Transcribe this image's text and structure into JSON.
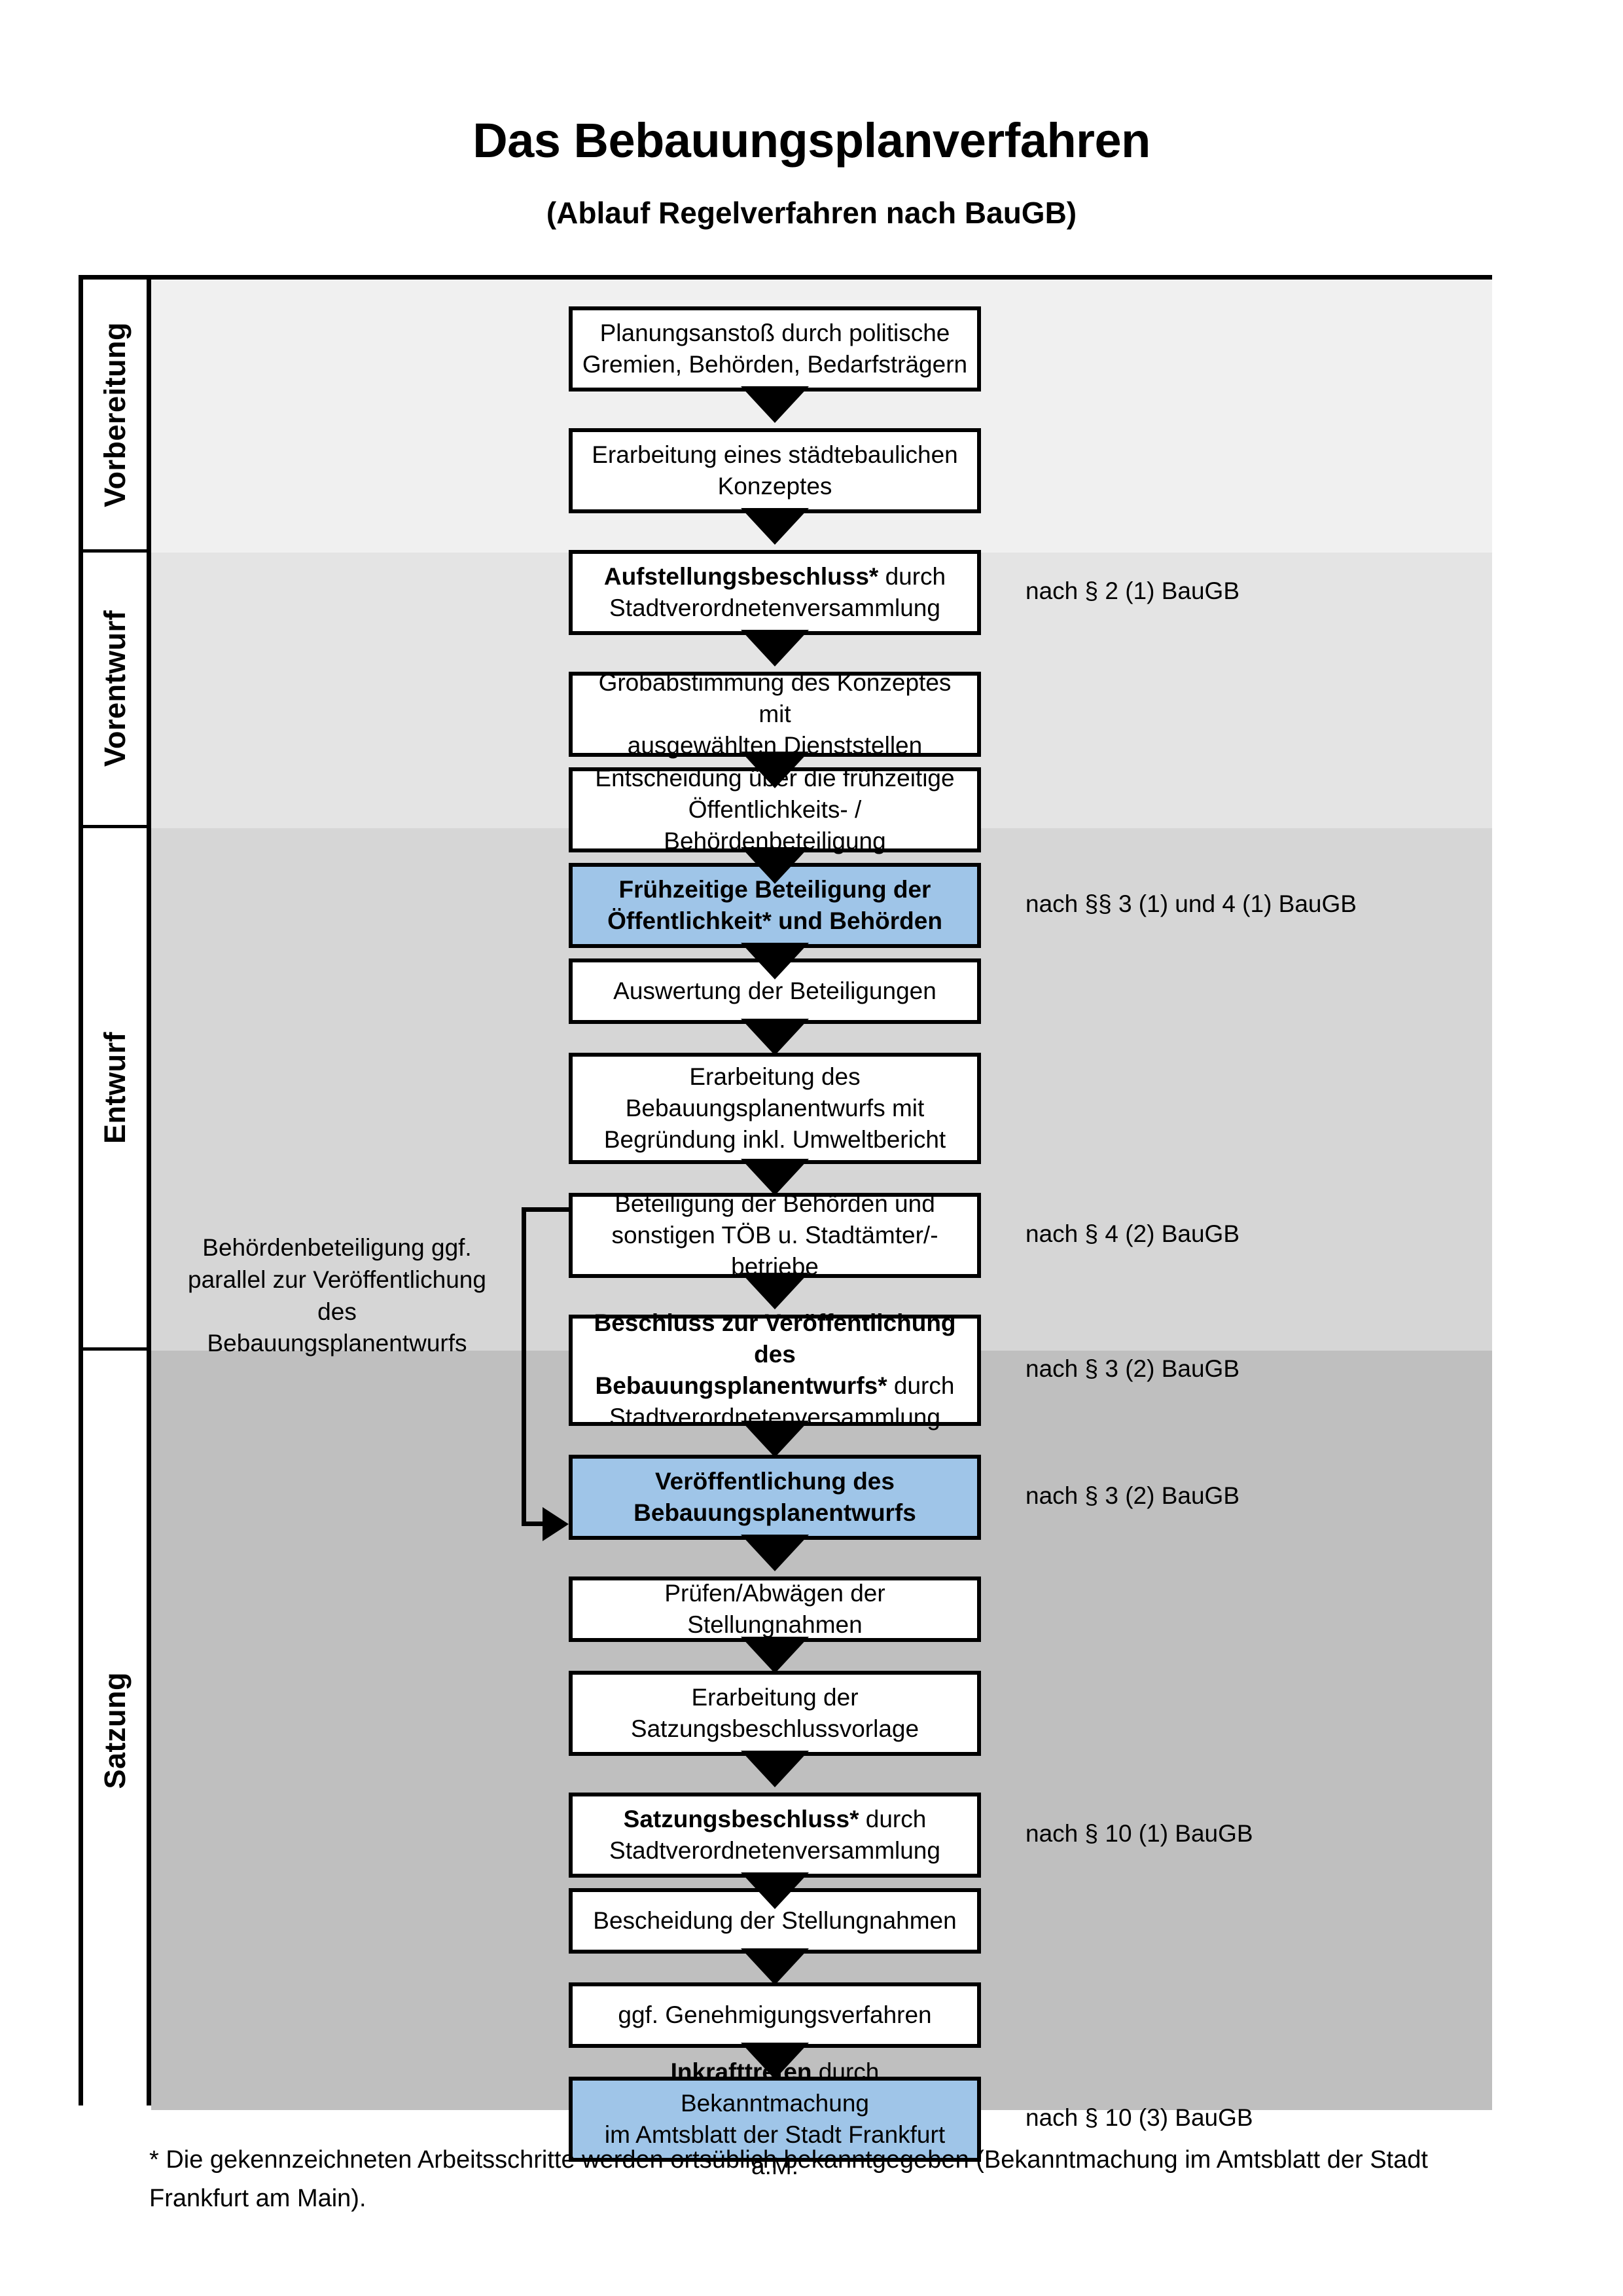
{
  "header": {
    "title": "Das Bebauungsplanverfahren",
    "subtitle": "(Ablauf Regelverfahren nach BauGB)"
  },
  "phases": [
    {
      "id": "vorbereitung",
      "label": "Vorbereitung",
      "bg": "#F0F0F0"
    },
    {
      "id": "vorentwurf",
      "label": "Vorentwurf",
      "bg": "#E4E4E4"
    },
    {
      "id": "entwurf",
      "label": "Entwurf",
      "bg": "#D6D6D6"
    },
    {
      "id": "satzung",
      "label": "Satzung",
      "bg": "#BFBFBF"
    }
  ],
  "side_note": {
    "text": "Behördenbeteiligung ggf. parallel zur Veröffentlichung des Bebauungsplanentwurfs"
  },
  "nodes": [
    {
      "id": "n1",
      "phase": "vorbereitung",
      "highlight": false,
      "lines": [
        {
          "text": "Planungsanstoß durch politische",
          "bold": false
        },
        {
          "text": "Gremien, Behörden, Bedarfsträgern",
          "bold": false
        }
      ]
    },
    {
      "id": "n2",
      "phase": "vorbereitung",
      "highlight": false,
      "lines": [
        {
          "text": "Erarbeitung eines städtebaulichen",
          "bold": false
        },
        {
          "text": "Konzeptes",
          "bold": false
        }
      ]
    },
    {
      "id": "n3",
      "phase": "vorbereitung",
      "highlight": false,
      "lines": [
        {
          "text": "Aufstellungsbeschluss*",
          "bold": true,
          "suffix": " durch"
        },
        {
          "text": "Stadtverordnetenversammlung",
          "bold": false
        }
      ]
    },
    {
      "id": "n4",
      "phase": "vorentwurf",
      "highlight": false,
      "lines": [
        {
          "text": "Grobabstimmung des Konzeptes mit",
          "bold": false
        },
        {
          "text": "ausgewählten Dienststellen",
          "bold": false
        }
      ]
    },
    {
      "id": "n5",
      "phase": "vorentwurf",
      "highlight": false,
      "lines": [
        {
          "text": "Entscheidung über die frühzeitige",
          "bold": false
        },
        {
          "text": "Öffentlichkeits- / Behördenbeteiligung",
          "bold": false
        }
      ]
    },
    {
      "id": "n6",
      "phase": "vorentwurf",
      "highlight": true,
      "lines": [
        {
          "text": "Frühzeitige Beteiligung der",
          "bold": true
        },
        {
          "text": "Öffentlichkeit* und Behörden",
          "bold": true
        }
      ]
    },
    {
      "id": "n7",
      "phase": "entwurf",
      "highlight": false,
      "lines": [
        {
          "text": "Auswertung der Beteiligungen",
          "bold": false
        }
      ]
    },
    {
      "id": "n8",
      "phase": "entwurf",
      "highlight": false,
      "lines": [
        {
          "text": "Erarbeitung des",
          "bold": false
        },
        {
          "text": "Bebauungsplanentwurfs mit",
          "bold": false
        },
        {
          "text": "Begründung inkl. Umweltbericht",
          "bold": false
        }
      ]
    },
    {
      "id": "n9",
      "phase": "entwurf",
      "highlight": false,
      "lines": [
        {
          "text": "Beteiligung der Behörden und",
          "bold": false
        },
        {
          "text": "sonstigen TÖB u. Stadtämter/-betriebe",
          "bold": false
        }
      ]
    },
    {
      "id": "n10",
      "phase": "entwurf",
      "highlight": false,
      "lines": [
        {
          "text": "Beschluss zur Veröffentlichung des",
          "bold": true
        },
        {
          "text": "Bebauungsplanentwurfs*",
          "bold": true,
          "suffix": " durch"
        },
        {
          "text": "Stadtverordnetenversammlung",
          "bold": false
        }
      ]
    },
    {
      "id": "n11",
      "phase": "entwurf",
      "highlight": true,
      "lines": [
        {
          "text": "Veröffentlichung des",
          "bold": true
        },
        {
          "text": "Bebauungsplanentwurfs",
          "bold": true
        }
      ]
    },
    {
      "id": "n12",
      "phase": "satzung",
      "highlight": false,
      "lines": [
        {
          "text": "Prüfen/Abwägen der Stellungnahmen",
          "bold": false
        }
      ]
    },
    {
      "id": "n13",
      "phase": "satzung",
      "highlight": false,
      "lines": [
        {
          "text": "Erarbeitung der",
          "bold": false
        },
        {
          "text": "Satzungsbeschlussvorlage",
          "bold": false
        }
      ]
    },
    {
      "id": "n14",
      "phase": "satzung",
      "highlight": false,
      "lines": [
        {
          "text": "Satzungsbeschluss*",
          "bold": true,
          "suffix": " durch"
        },
        {
          "text": "Stadtverordnetenversammlung",
          "bold": false
        }
      ]
    },
    {
      "id": "n15",
      "phase": "satzung",
      "highlight": false,
      "lines": [
        {
          "text": "Bescheidung der Stellungnahmen",
          "bold": false
        }
      ]
    },
    {
      "id": "n16",
      "phase": "satzung",
      "highlight": false,
      "lines": [
        {
          "text": "ggf. Genehmigungsverfahren",
          "bold": false
        }
      ]
    },
    {
      "id": "n17",
      "phase": "satzung",
      "highlight": true,
      "lines": [
        {
          "text": "Inkrafttreten",
          "bold": true,
          "suffix": " durch Bekanntmachung"
        },
        {
          "text": "im Amtsblatt der Stadt Frankfurt a.M.",
          "bold": false
        }
      ]
    }
  ],
  "law_refs": [
    {
      "id": "r1",
      "text": "nach § 2 (1) BauGB",
      "for": "n3"
    },
    {
      "id": "r2",
      "text": "nach §§ 3 (1) und 4 (1) BauGB",
      "for": "n6"
    },
    {
      "id": "r3",
      "text": "nach § 4 (2) BauGB",
      "for": "n9"
    },
    {
      "id": "r4",
      "text": "nach § 3 (2) BauGB",
      "for": "n10"
    },
    {
      "id": "r5",
      "text": "nach § 3 (2) BauGB",
      "for": "n11"
    },
    {
      "id": "r6",
      "text": "nach § 10 (1) BauGB",
      "for": "n14"
    },
    {
      "id": "r7",
      "text": "nach § 10 (3) BauGB",
      "for": "n17"
    }
  ],
  "footnote": {
    "text": "* Die gekennzeichneten Arbeitsschritte werden ortsüblich bekanntgegeben (Bekanntmachung im Amtsblatt  der Stadt Frankfurt am Main)."
  },
  "colors": {
    "highlight_blue": "#9FC5E8",
    "border_black": "#000000",
    "page_white": "#FFFFFF"
  }
}
